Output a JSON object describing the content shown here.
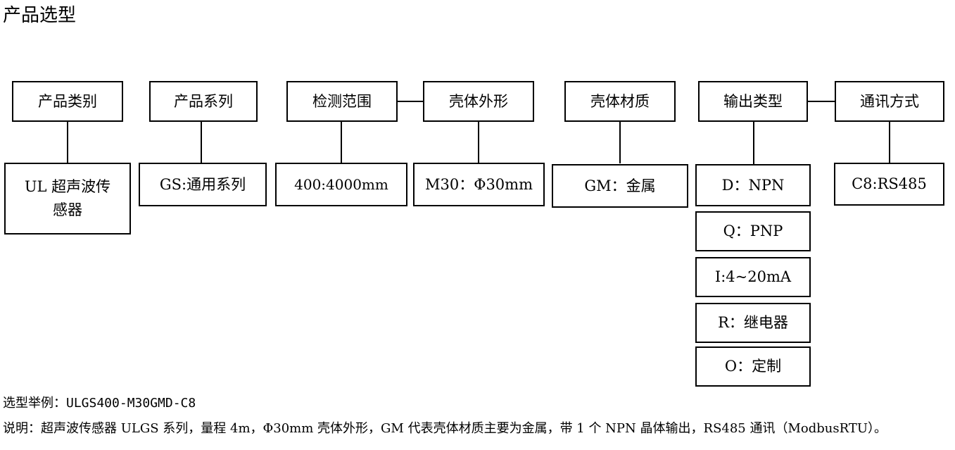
{
  "page_title": "产品选型",
  "headers": {
    "category": "产品类别",
    "series": "产品系列",
    "range": "检测范围",
    "shape": "壳体外形",
    "material": "壳体材质",
    "output": "输出类型",
    "comm": "通讯方式"
  },
  "values": {
    "category": "UL 超声波传\n感器",
    "series": "GS:通用系列",
    "range": "400:4000mm",
    "shape": "M30：Φ30mm",
    "material": "GM：金属",
    "comm": "C8:RS485",
    "outputs": [
      "D：NPN",
      "Q：PNP",
      "I:4~20mA",
      "R：继电器",
      "O：定制"
    ]
  },
  "example": "选型举例：ULGS400-M30GMD-C8",
  "note": "说明：超声波传感器 ULGS 系列，量程 4m，Φ30mm 壳体外形，GM 代表壳体材质主要为金属，带 1 个 NPN 晶体输出，RS485 通讯（ModbusRTU）。"
}
